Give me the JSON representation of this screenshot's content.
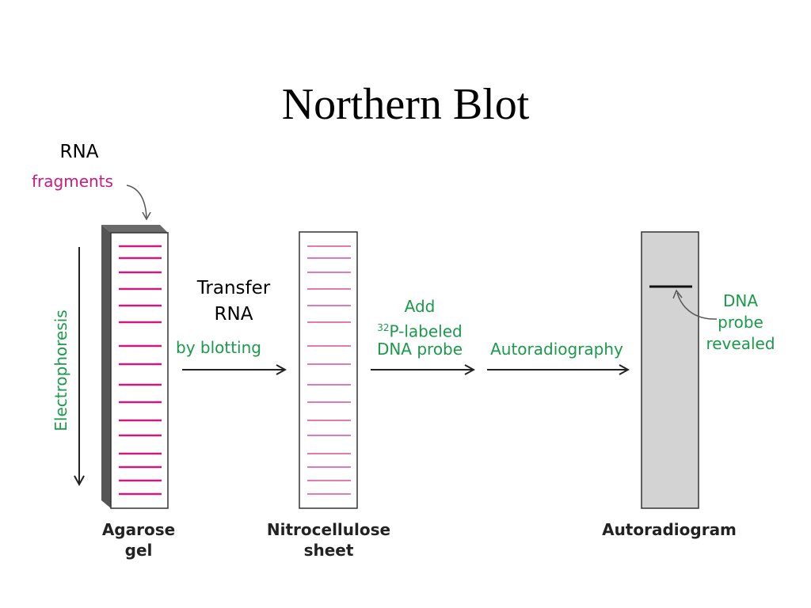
{
  "title": "Northern Blot",
  "rna_label": "RNA",
  "fragments_label": "fragments",
  "electrophoresis_label": "Electrophoresis",
  "transfer_label_line1": "Transfer",
  "transfer_label_line2": "RNA",
  "blotting_label": "by blotting",
  "add_probe_line1": "Add",
  "add_probe_sup": "32",
  "add_probe_line2": "P-labeled",
  "add_probe_line3": "DNA probe",
  "autoradiography_label": "Autoradiography",
  "dna_probe_revealed_line1": "DNA",
  "dna_probe_revealed_line2": "probe",
  "dna_probe_revealed_line3": "revealed",
  "agarose_gel_line1": "Agarose",
  "agarose_gel_line2": "gel",
  "nitrocellulose_line1": "Nitrocellulose",
  "nitrocellulose_line2": "sheet",
  "autoradiogram_label": "Autoradiogram",
  "colors": {
    "magenta": "#cc1a80",
    "pink_band": "#e07ab0",
    "green": "#1a9a4a",
    "gel_side": "#555555",
    "film_gray": "#d3d3d3"
  }
}
